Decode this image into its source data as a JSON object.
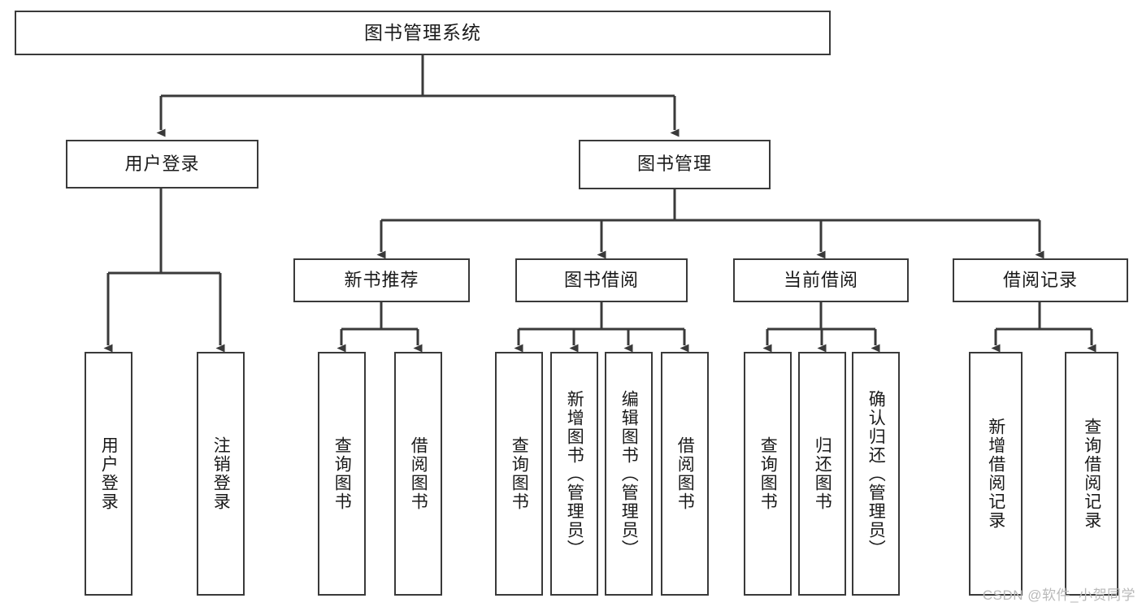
{
  "diagram": {
    "type": "tree",
    "title_node": {
      "label": "图书管理系统"
    },
    "level1": [
      {
        "label": "用户登录"
      },
      {
        "label": "图书管理"
      }
    ],
    "level2": [
      {
        "label": "新书推荐"
      },
      {
        "label": "图书借阅"
      },
      {
        "label": "当前借阅"
      },
      {
        "label": "借阅记录"
      }
    ],
    "leaves": [
      {
        "label": "用户登录"
      },
      {
        "label": "注销登录"
      },
      {
        "label": "查询图书"
      },
      {
        "label": "借阅图书"
      },
      {
        "label": "查询图书"
      },
      {
        "label": "新增图书（管理员）"
      },
      {
        "label": "编辑图书（管理员）"
      },
      {
        "label": "借阅图书"
      },
      {
        "label": "查询图书"
      },
      {
        "label": "归还图书"
      },
      {
        "label": "确认归还（管理员）"
      },
      {
        "label": "新增借阅记录"
      },
      {
        "label": "查询借阅记录"
      }
    ],
    "watermark": "CSDN @软件_小贺同学",
    "colors": {
      "stroke": "#3a3a3a",
      "fill": "#ffffff",
      "text": "#1a1a1a",
      "watermark": "#b9b9b9"
    }
  }
}
